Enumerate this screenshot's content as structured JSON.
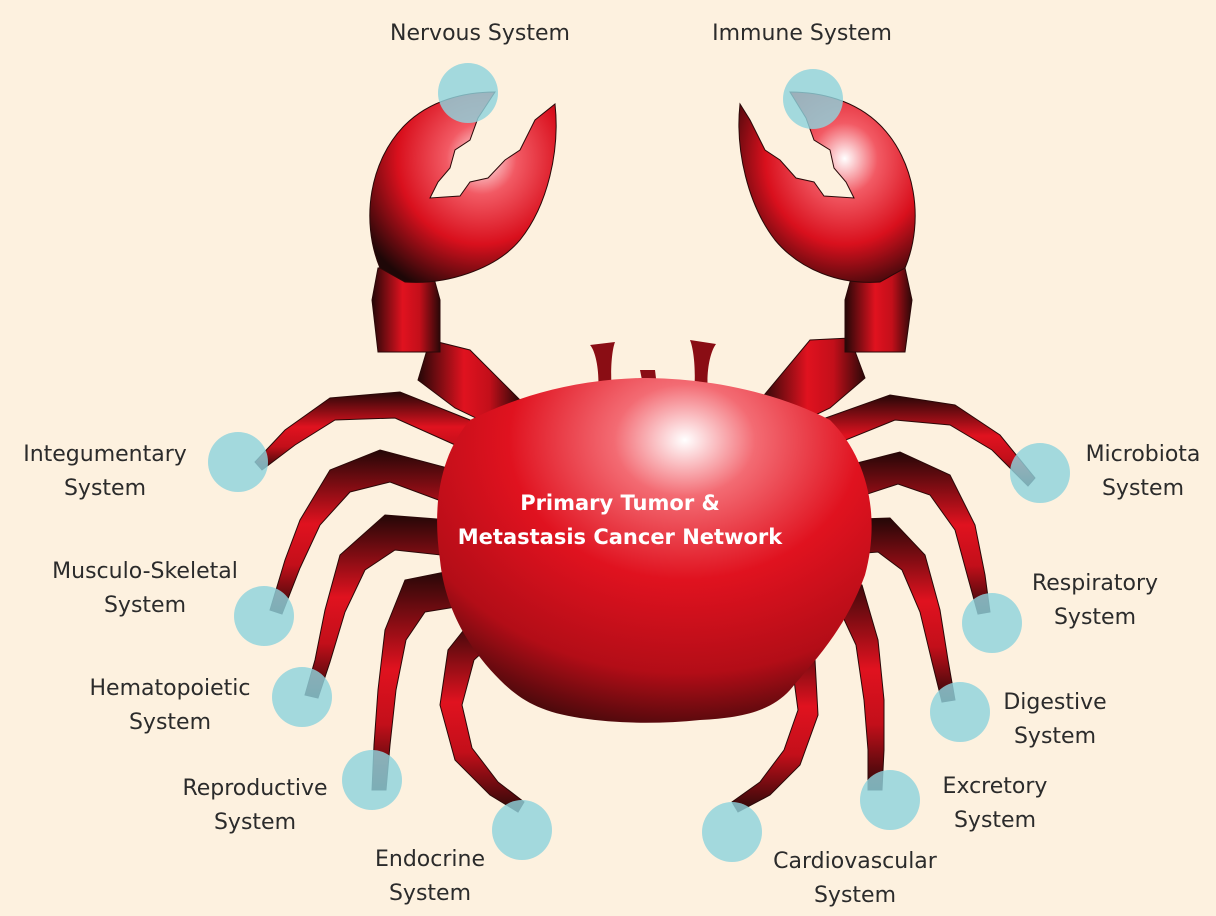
{
  "center_label": {
    "line1": "Primary Tumor &",
    "line2": "Metastasis Cancer Network"
  },
  "systems": {
    "nervous": {
      "line1": "Nervous System",
      "line2": ""
    },
    "immune": {
      "line1": "Immune System",
      "line2": ""
    },
    "integumentary": {
      "line1": "Integumentary",
      "line2": "System"
    },
    "microbiota": {
      "line1": "Microbiota",
      "line2": "System"
    },
    "musculo_skeletal": {
      "line1": "Musculo-Skeletal",
      "line2": "System"
    },
    "respiratory": {
      "line1": "Respiratory",
      "line2": "System"
    },
    "hematopoietic": {
      "line1": "Hematopoietic",
      "line2": "System"
    },
    "digestive": {
      "line1": "Digestive",
      "line2": "System"
    },
    "reproductive": {
      "line1": "Reproductive",
      "line2": "System"
    },
    "excretory": {
      "line1": "Excretory",
      "line2": "System"
    },
    "endocrine": {
      "line1": "Endocrine",
      "line2": "System"
    },
    "cardiovascular": {
      "line1": "Cardiovascular",
      "line2": "System"
    }
  },
  "colors": {
    "background": "#fdf1df",
    "crab_red": "#e0121f",
    "crab_dark": "#1a0a0a",
    "node_cyan": "#8fd3dd",
    "label_text": "#2b2b2b"
  }
}
